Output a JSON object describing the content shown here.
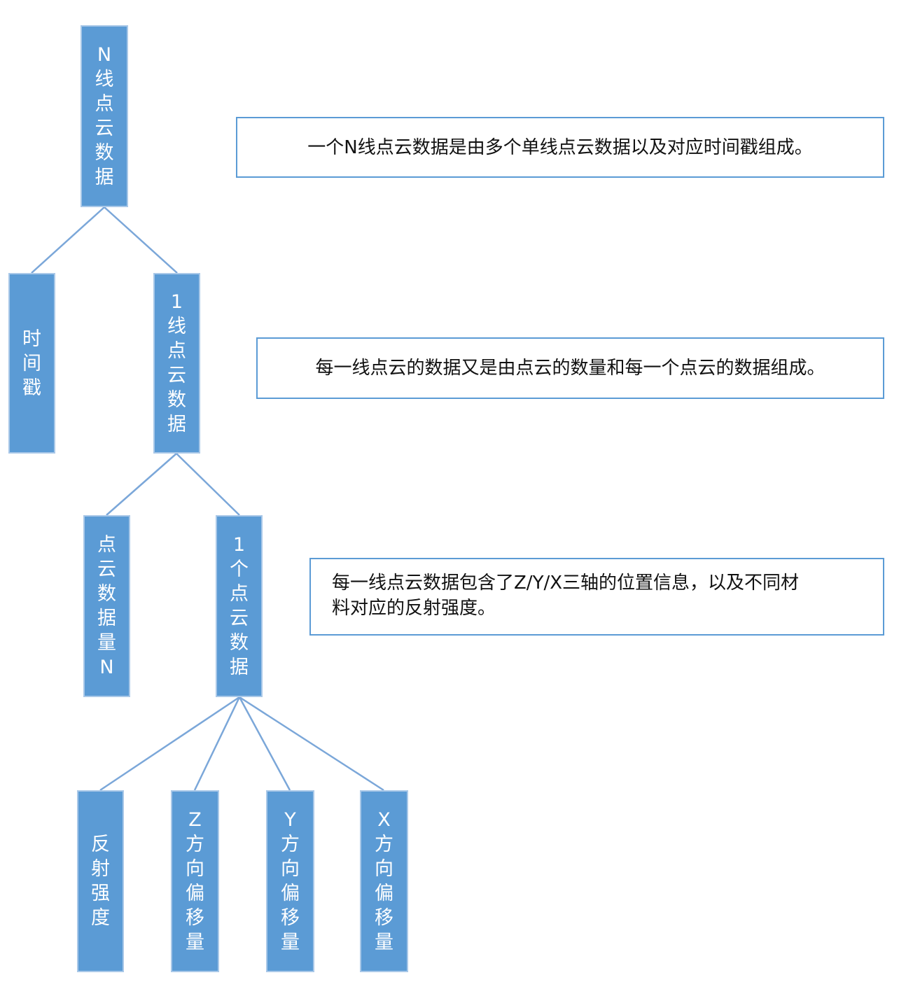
{
  "nodes": [
    {
      "id": "n-line-cloud",
      "name": "n-line-point-cloud-node",
      "label": "N线点云数据"
    },
    {
      "id": "timestamp",
      "name": "timestamp-node",
      "label": "时间戳"
    },
    {
      "id": "single-line",
      "name": "single-line-point-cloud-node",
      "label": "1线点云数据"
    },
    {
      "id": "point-count",
      "name": "point-count-node",
      "label": "点云数据量N"
    },
    {
      "id": "single-point",
      "name": "single-point-data-node",
      "label": "1个点云数据"
    },
    {
      "id": "intensity",
      "name": "reflect-intensity-node",
      "label": "反射强度"
    },
    {
      "id": "z-offset",
      "name": "z-offset-node",
      "label": "Z方向偏移量"
    },
    {
      "id": "y-offset",
      "name": "y-offset-node",
      "label": "Y方向偏移量"
    },
    {
      "id": "x-offset",
      "name": "x-offset-node",
      "label": "X方向偏移量"
    }
  ],
  "edges": [
    {
      "from": "n-line-cloud",
      "to": "timestamp"
    },
    {
      "from": "n-line-cloud",
      "to": "single-line"
    },
    {
      "from": "single-line",
      "to": "point-count"
    },
    {
      "from": "single-line",
      "to": "single-point"
    },
    {
      "from": "single-point",
      "to": "intensity"
    },
    {
      "from": "single-point",
      "to": "z-offset"
    },
    {
      "from": "single-point",
      "to": "y-offset"
    },
    {
      "from": "single-point",
      "to": "x-offset"
    }
  ],
  "notes": [
    {
      "id": "note-1",
      "name": "note-n-line-composition",
      "text": "一个N线点云数据是由多个单线点云数据以及对应时间戳组成。"
    },
    {
      "id": "note-2",
      "name": "note-line-composition",
      "text": "每一线点云的数据又是由点云的数量和每一个点云的数据组成。"
    },
    {
      "id": "note-3",
      "name": "note-point-contents",
      "text": "每一线点云数据包含了Z/Y/X三轴的位置信息，以及不同材\n料对应的反射强度。"
    }
  ],
  "colors": {
    "node_fill": "#5b9bd5",
    "node_edge": "#a9c8e8",
    "connector": "#7ba7d9",
    "note_border": "#5b9bd5",
    "node_text": "#ffffff",
    "note_text": "#111111"
  }
}
